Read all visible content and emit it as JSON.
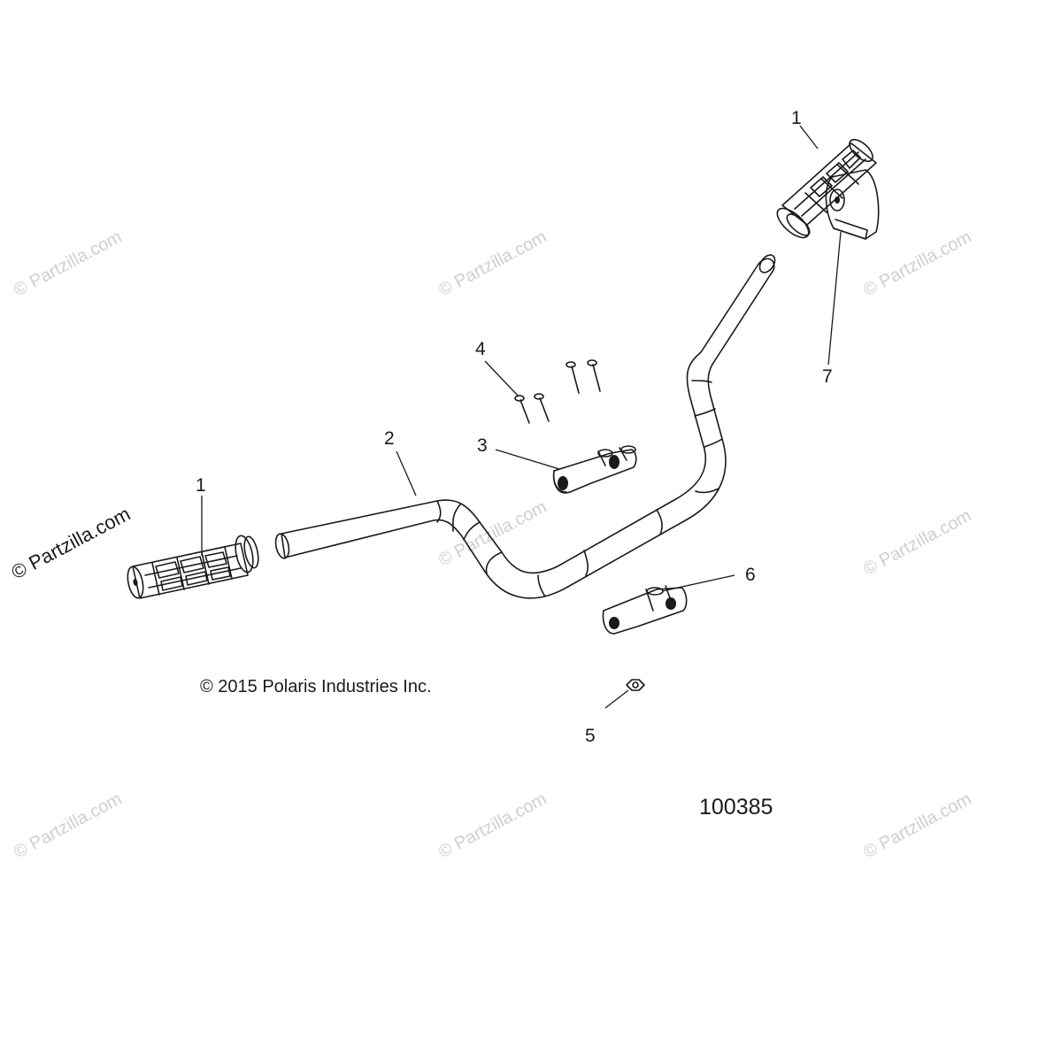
{
  "diagram": {
    "copyright": "© 2015 Polaris Industries Inc.",
    "diagram_number": "100385",
    "watermark": "© Partzilla.com",
    "callouts": [
      {
        "id": "grip-left",
        "label": "1"
      },
      {
        "id": "grip-right",
        "label": "1"
      },
      {
        "id": "handlebar",
        "label": "2"
      },
      {
        "id": "upper-clamp",
        "label": "3"
      },
      {
        "id": "clamp-bolts",
        "label": "4"
      },
      {
        "id": "nut",
        "label": "5"
      },
      {
        "id": "lower-clamp",
        "label": "6"
      },
      {
        "id": "end-plug",
        "label": "7"
      }
    ]
  }
}
